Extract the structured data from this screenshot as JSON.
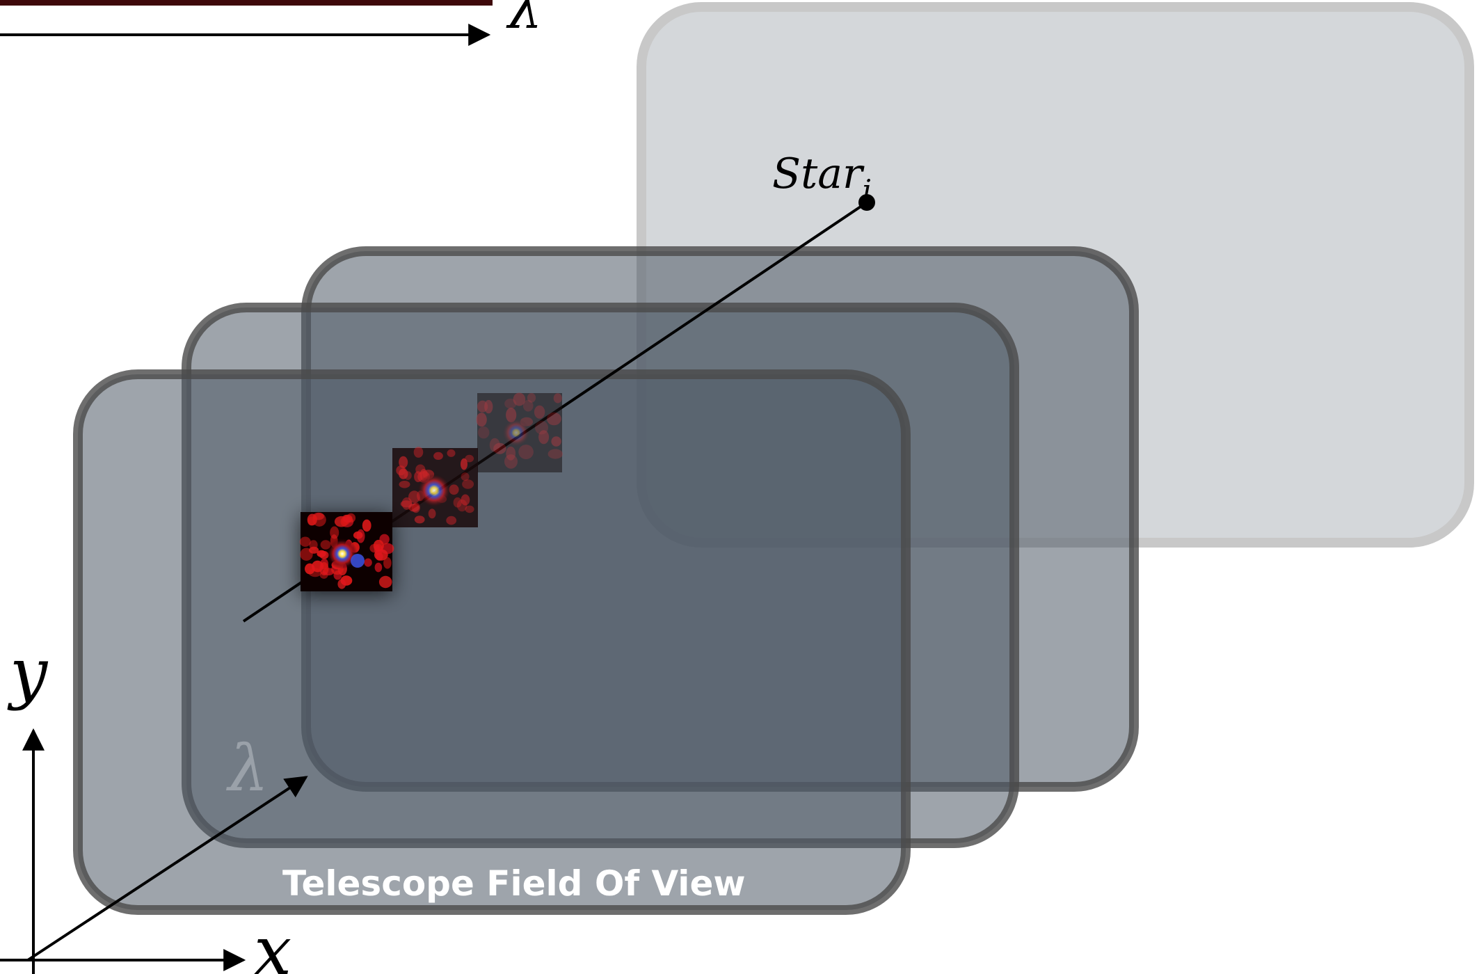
{
  "labels": {
    "star": "Star",
    "star_subscript": "i",
    "lambda_top": "λ",
    "lambda_inside": "λ",
    "x_axis": "x",
    "y_axis": "y",
    "field_of_view": "Telescope Field Of View"
  },
  "colors": {
    "back_frame_fill": "#d4d7da",
    "back_frame_stroke": "#c8c8c8",
    "mid_frame_fill": "#7d8690",
    "mid_frame_stroke": "#5a5a5a",
    "front_frame_fill": "#4b5561",
    "front_frame_stroke": "#4a4a4a",
    "psf_speckle": "#e0181b",
    "axis": "#000000"
  },
  "icons": {
    "psf_near": "psf-speckle-icon",
    "psf_mid": "psf-speckle-icon",
    "psf_far": "psf-speckle-icon"
  }
}
